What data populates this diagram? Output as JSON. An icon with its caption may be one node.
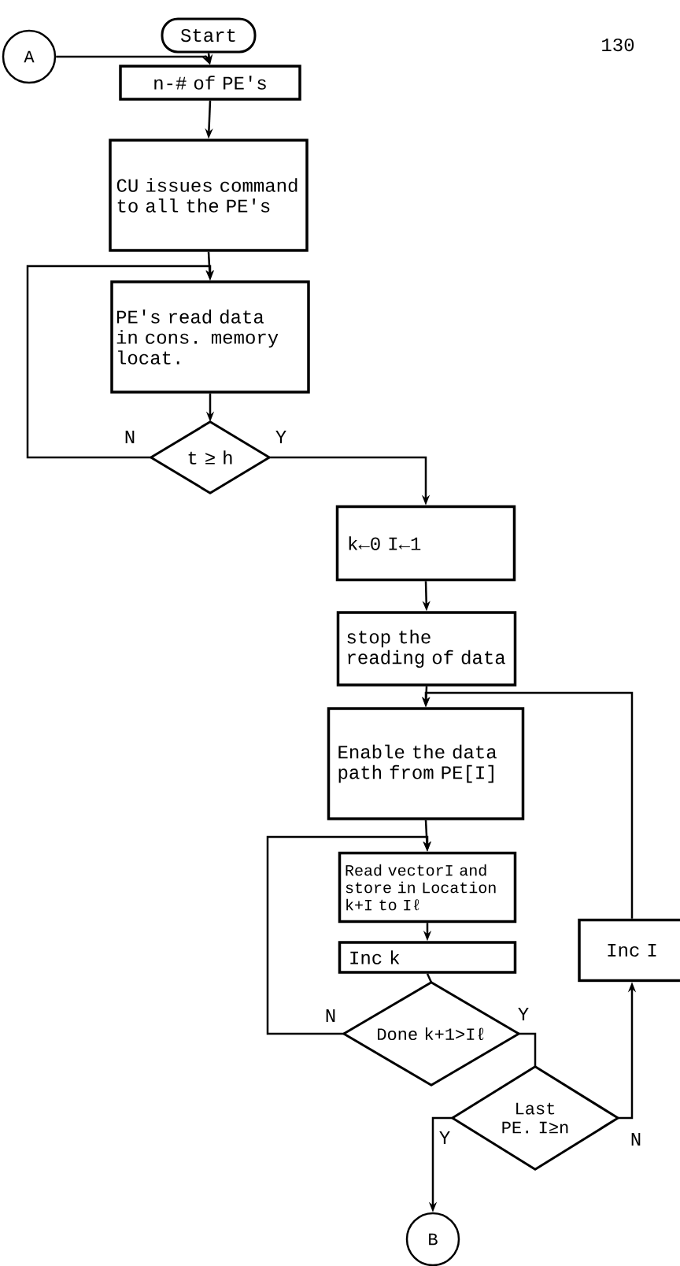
{
  "diagram": {
    "nodes": [
      {
        "text": [
          "Start"
        ]
      },
      {
        "text": [
          "A"
        ]
      },
      {
        "text": [
          "n-# of PE's"
        ]
      },
      {
        "text": [
          "CU issues command to all the PE's"
        ]
      },
      {
        "text": [
          "PE's read data in cons. memory locat."
        ]
      },
      {
        "text": [
          "t ≥ h"
        ]
      },
      {
        "text": [
          "k←0 I←1"
        ]
      },
      {
        "text": [
          "stop the reading of data"
        ]
      },
      {
        "text": [
          "Enable the data path from PE[I]"
        ]
      },
      {
        "text": [
          "Read vectorI and store in Location k+I to Iℓ"
        ]
      },
      {
        "text": [
          "Inc k"
        ]
      },
      {
        "text": [
          "Done k+1>Iℓ"
        ]
      },
      {
        "text": [
          "Inc I"
        ]
      },
      {
        "text": [
          "Last PE. I≥n"
        ]
      },
      {
        "text": [
          "B"
        ]
      }
    ],
    "edges": [
      {
        "from": 0,
        "to": 2,
        "arrow": "to"
      },
      {
        "from": 1,
        "to": 2,
        "arrow": "to"
      },
      {
        "from": 2,
        "to": 3,
        "arrow": "to"
      },
      {
        "from": 3,
        "to": 4,
        "arrow": "to"
      },
      {
        "from": 4,
        "to": 5,
        "arrow": "to"
      },
      {
        "from": 5,
        "to": 4,
        "arrow": "to",
        "label": "N"
      },
      {
        "from": 5,
        "to": 6,
        "arrow": "to",
        "label": "Y"
      },
      {
        "from": 6,
        "to": 7,
        "arrow": "to"
      },
      {
        "from": 7,
        "to": 8,
        "arrow": "to"
      },
      {
        "from": 8,
        "to": 9,
        "arrow": "to"
      },
      {
        "from": 11,
        "to": 9,
        "arrow": "to",
        "label": "N"
      },
      {
        "from": 9,
        "to": 10,
        "arrow": "to"
      },
      {
        "from": 10,
        "to": 11,
        "arrow": "none"
      },
      {
        "from": 11,
        "to": 13,
        "arrow": "none",
        "label": "Y"
      },
      {
        "from": 13,
        "to": 14,
        "arrow": "to",
        "label": "Y"
      },
      {
        "from": 13,
        "to": 12,
        "arrow": "to",
        "label": "N"
      },
      {
        "from": 12,
        "to": 8,
        "arrow": "to"
      }
    ],
    "labels": [
      "130"
    ]
  }
}
